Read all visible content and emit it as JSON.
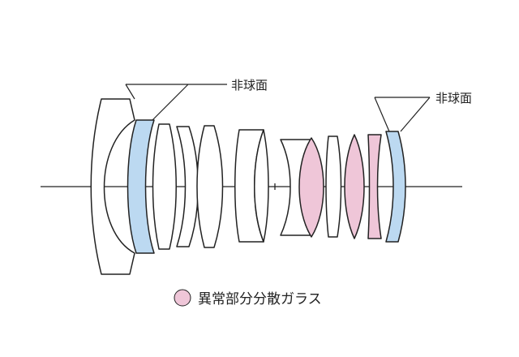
{
  "callouts": {
    "top_left": "非球面",
    "top_right": "非球面"
  },
  "legend": {
    "label": "異常部分分散ガラス",
    "swatch_color": "#efc6d8"
  },
  "colors": {
    "aspherical_fill": "#bcd9f1",
    "ed_glass_fill": "#efc6d8",
    "line": "#222222"
  }
}
